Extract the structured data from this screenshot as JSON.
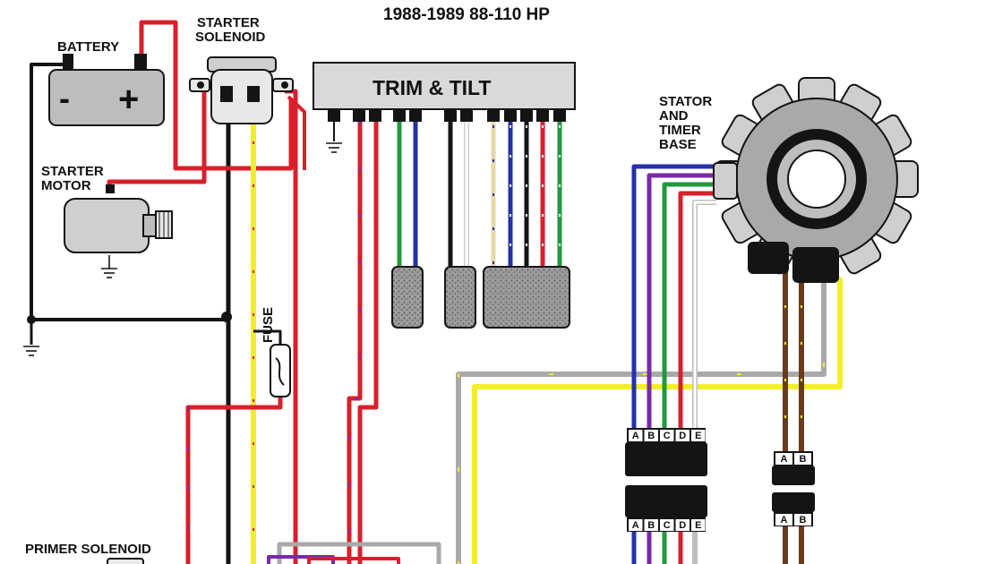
{
  "title": "1988-1989 88-110 HP",
  "labels": {
    "battery": "BATTERY",
    "battery_minus": "-",
    "battery_plus": "+",
    "starter_solenoid_line1": "STARTER",
    "starter_solenoid_line2": "SOLENOID",
    "trim_tilt": "TRIM & TILT",
    "starter_motor_line1": "STARTER",
    "starter_motor_line2": "MOTOR",
    "stator_line1": "STATOR",
    "stator_line2": "AND",
    "stator_line3": "TIMER",
    "stator_line4": "BASE",
    "fuse": "FUSE",
    "primer_solenoid": "PRIMER SOLENOID"
  },
  "connector_5_pins": [
    "A",
    "B",
    "C",
    "D",
    "E"
  ],
  "connector_2_pins": [
    "A",
    "B"
  ],
  "colors": {
    "red": "#d8202c",
    "black": "#141414",
    "yellow": "#f2ee2a",
    "blue": "#2431a8",
    "green": "#1f9a3c",
    "purple": "#7a2aa8",
    "white": "#f4f4f4",
    "gray": "#a9a9a9",
    "brown": "#6b3a1c",
    "tan": "#e8d8a8"
  }
}
